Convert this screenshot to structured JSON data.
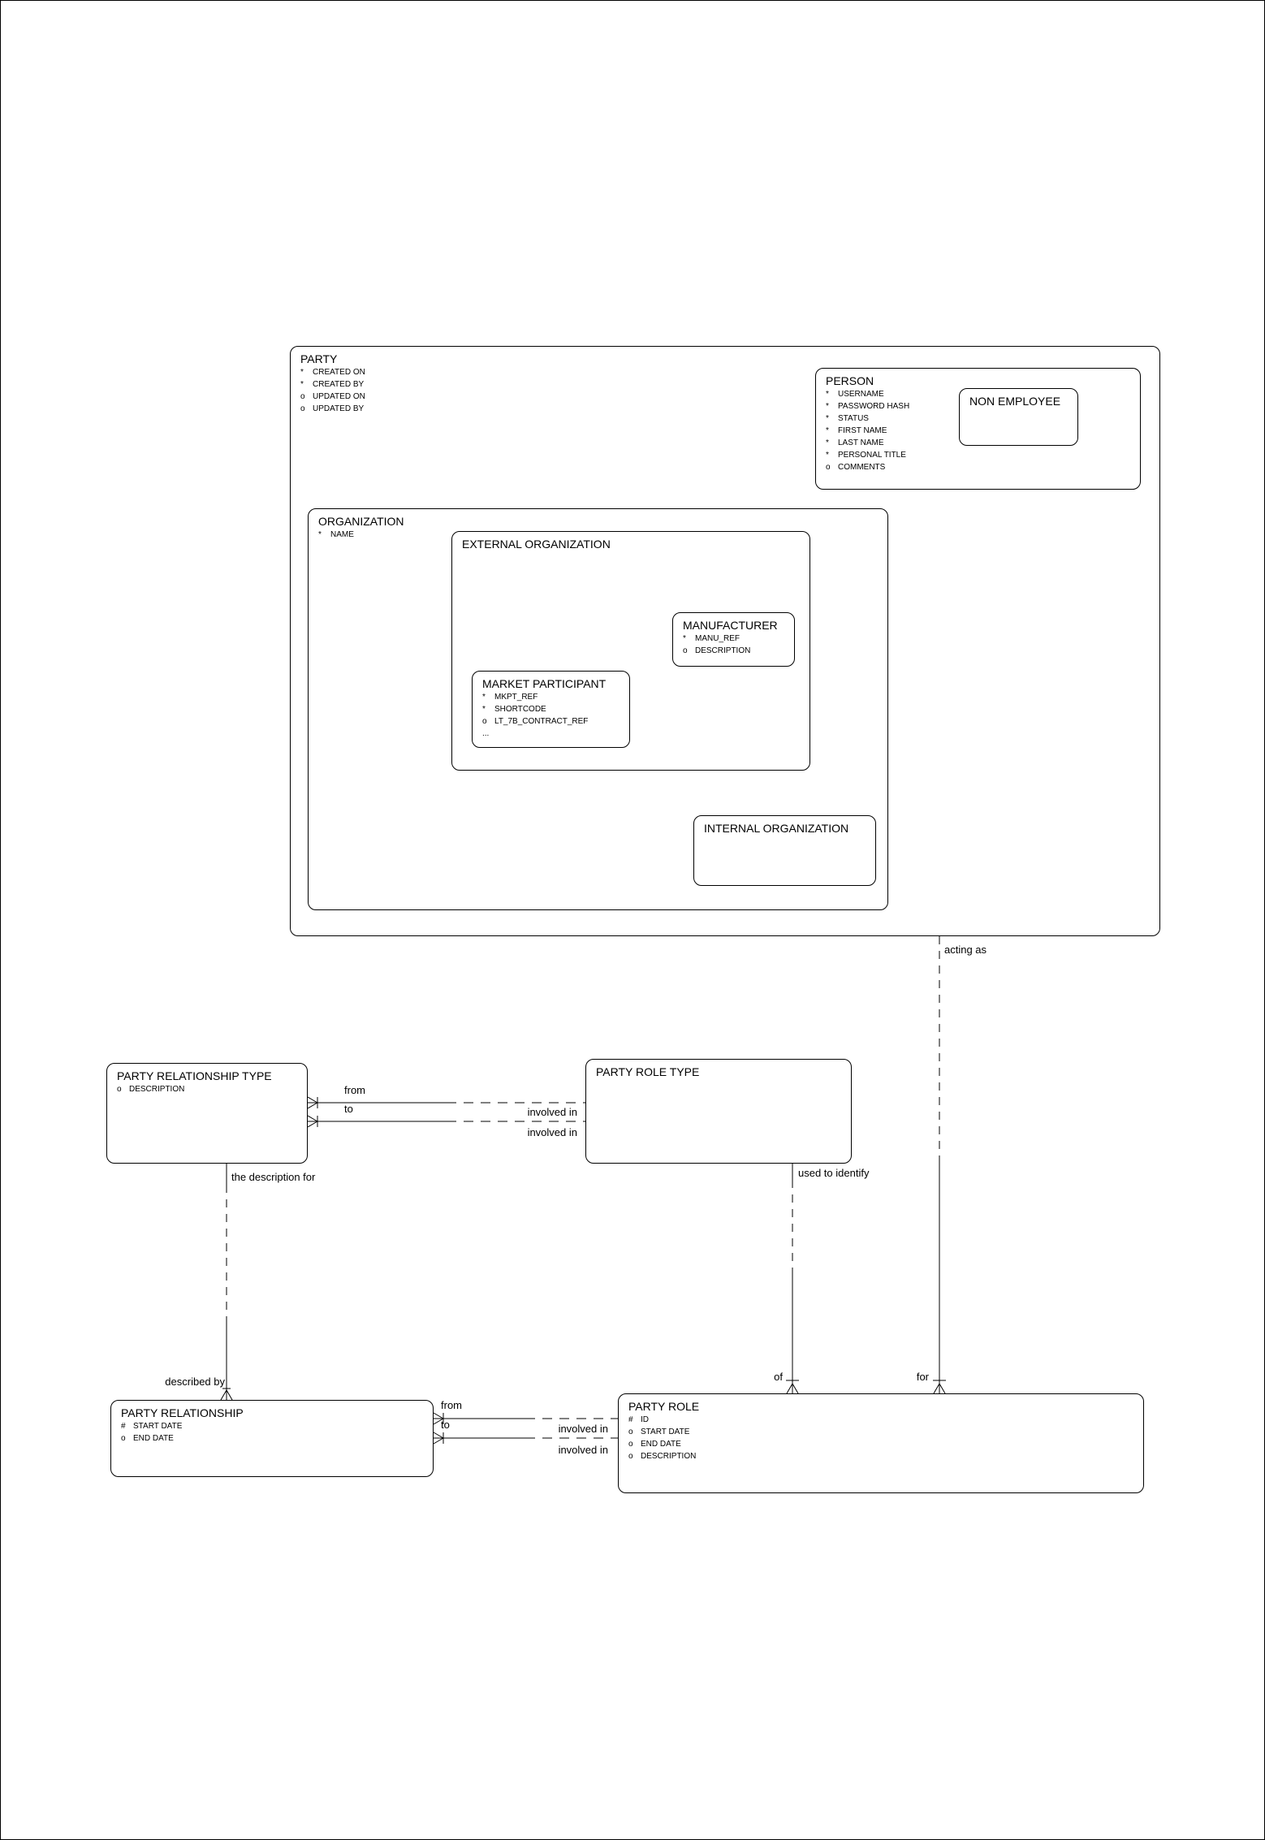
{
  "diagram": {
    "colors": {
      "line": "#000000",
      "background": "#ffffff"
    },
    "entities": {
      "party": {
        "title": "PARTY",
        "attributes": [
          [
            "*",
            "CREATED ON"
          ],
          [
            "*",
            "CREATED BY"
          ],
          [
            "o",
            "UPDATED ON"
          ],
          [
            "o",
            "UPDATED BY"
          ]
        ]
      },
      "person": {
        "title": "PERSON",
        "attributes": [
          [
            "*",
            "USERNAME"
          ],
          [
            "*",
            "PASSWORD HASH"
          ],
          [
            "*",
            "STATUS"
          ],
          [
            "*",
            "FIRST NAME"
          ],
          [
            "*",
            "LAST NAME"
          ],
          [
            "*",
            "PERSONAL TITLE"
          ],
          [
            "o",
            "COMMENTS"
          ]
        ]
      },
      "non_employee": {
        "title": "NON EMPLOYEE",
        "attributes": []
      },
      "organization": {
        "title": "ORGANIZATION",
        "attributes": [
          [
            "*",
            "NAME"
          ]
        ]
      },
      "external_organization": {
        "title": "EXTERNAL ORGANIZATION",
        "attributes": []
      },
      "manufacturer": {
        "title": "MANUFACTURER",
        "attributes": [
          [
            "*",
            "MANU_REF"
          ],
          [
            "o",
            "DESCRIPTION"
          ]
        ]
      },
      "market_participant": {
        "title": "MARKET PARTICIPANT",
        "attributes": [
          [
            "*",
            "MKPT_REF"
          ],
          [
            "*",
            "SHORTCODE"
          ],
          [
            "o",
            "LT_7B_CONTRACT_REF"
          ],
          [
            "...",
            ""
          ]
        ]
      },
      "internal_organization": {
        "title": "INTERNAL ORGANIZATION",
        "attributes": []
      },
      "party_relationship_type": {
        "title": "PARTY RELATIONSHIP TYPE",
        "attributes": [
          [
            "o",
            "DESCRIPTION"
          ]
        ]
      },
      "party_role_type": {
        "title": "PARTY ROLE TYPE",
        "attributes": []
      },
      "party_relationship": {
        "title": "PARTY RELATIONSHIP",
        "attributes": [
          [
            "#",
            "START DATE"
          ],
          [
            "o",
            "END DATE"
          ]
        ]
      },
      "party_role": {
        "title": "PARTY ROLE",
        "attributes": [
          [
            "#",
            "ID"
          ],
          [
            "o",
            "START DATE"
          ],
          [
            "o",
            "END DATE"
          ],
          [
            "o",
            "DESCRIPTION"
          ]
        ]
      }
    },
    "labels": {
      "acting_as": "acting as",
      "for": "for",
      "of": "of",
      "used_to_identify": "used to identify",
      "the_description_for": "the description for",
      "described_by": "described by",
      "from_top": "from",
      "to_top": "to",
      "involved_in_1": "involved in",
      "involved_in_2": "involved in",
      "from_bottom": "from",
      "to_bottom": "to",
      "involved_in_3": "involved in",
      "involved_in_4": "involved in"
    }
  }
}
